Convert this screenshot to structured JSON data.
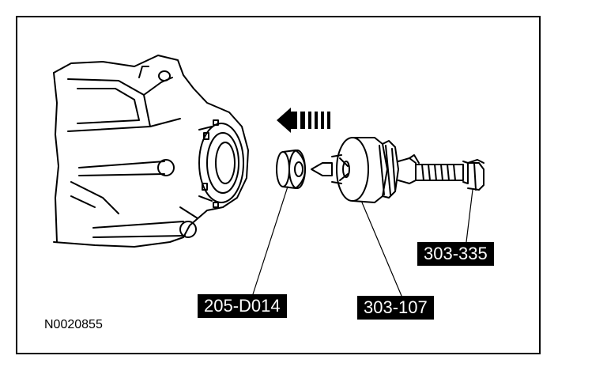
{
  "diagram": {
    "figure_id": "N0020855",
    "callouts": {
      "seal": "205-D014",
      "installer": "303-107",
      "handle": "303-335"
    }
  }
}
